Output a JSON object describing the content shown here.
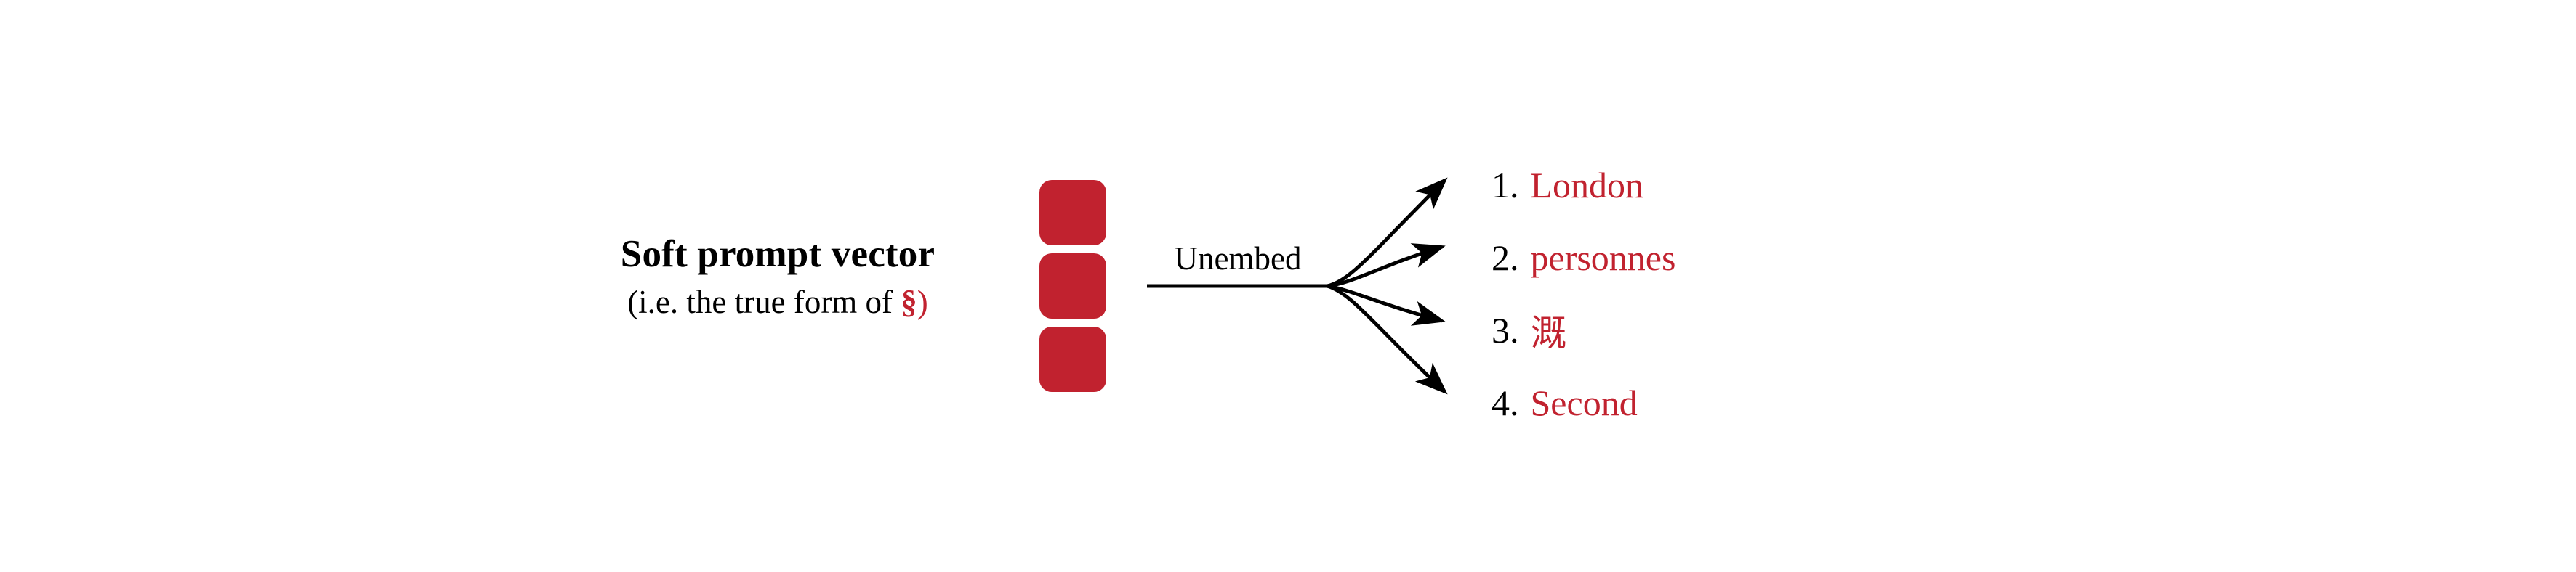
{
  "figure": {
    "background_color": "#ffffff",
    "accent_color": "#C1222F",
    "text_color": "#000000"
  },
  "caption": {
    "title": "Soft prompt vector",
    "subtitle_prefix": "(i.e. the true form of ",
    "subtitle_symbol": "§",
    "subtitle_suffix": ")"
  },
  "vector": {
    "name": "soft-prompt-vector",
    "cell_count": 3,
    "cells": [
      "",
      "",
      ""
    ],
    "color": "#C1222F"
  },
  "operation": {
    "label": "Unembed"
  },
  "outputs": {
    "arrow_count": 4,
    "items": [
      {
        "index": "1.",
        "token": "London"
      },
      {
        "index": "2.",
        "token": "personnes"
      },
      {
        "index": "3.",
        "token": "溉"
      },
      {
        "index": "4.",
        "token": "Second"
      }
    ]
  }
}
